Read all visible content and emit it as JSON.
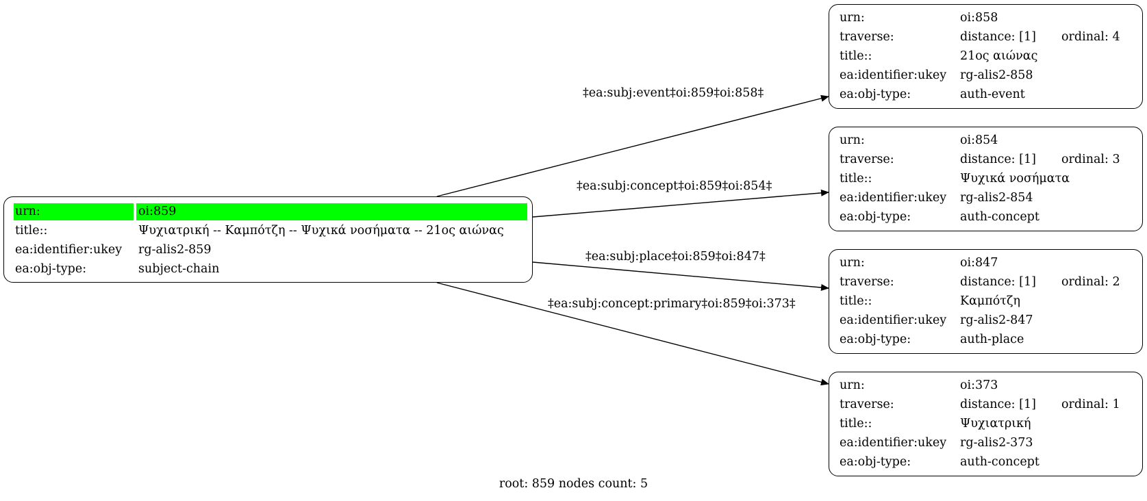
{
  "root": {
    "rows": [
      {
        "key": "urn:",
        "value": "oi:859"
      },
      {
        "key": "title::",
        "value": "Ψυχιατρική -- Καμπότζη -- Ψυχικά νοσήματα -- 21ος αιώνας"
      },
      {
        "key": "ea:identifier:ukey",
        "value": "rg-alis2-859"
      },
      {
        "key": "ea:obj-type:",
        "value": "subject-chain"
      }
    ],
    "highlight_color": "#00ff00"
  },
  "nodes": [
    {
      "urn_key": "urn:",
      "urn": "oi:858",
      "traverse_key": "traverse:",
      "distance": "distance: [1]",
      "ordinal": "ordinal: 4",
      "title_key": "title::",
      "title": "21ος αιώνας",
      "ukey_key": "ea:identifier:ukey",
      "ukey": "rg-alis2-858",
      "type_key": "ea:obj-type:",
      "type": "auth-event"
    },
    {
      "urn_key": "urn:",
      "urn": "oi:854",
      "traverse_key": "traverse:",
      "distance": "distance: [1]",
      "ordinal": "ordinal: 3",
      "title_key": "title::",
      "title": "Ψυχικά νοσήματα",
      "ukey_key": "ea:identifier:ukey",
      "ukey": "rg-alis2-854",
      "type_key": "ea:obj-type:",
      "type": "auth-concept"
    },
    {
      "urn_key": "urn:",
      "urn": "oi:847",
      "traverse_key": "traverse:",
      "distance": "distance: [1]",
      "ordinal": "ordinal: 2",
      "title_key": "title::",
      "title": "Καμπότζη",
      "ukey_key": "ea:identifier:ukey",
      "ukey": "rg-alis2-847",
      "type_key": "ea:obj-type:",
      "type": "auth-place"
    },
    {
      "urn_key": "urn:",
      "urn": "oi:373",
      "traverse_key": "traverse:",
      "distance": "distance: [1]",
      "ordinal": "ordinal: 1",
      "title_key": "title::",
      "title": "Ψυχιατρική",
      "ukey_key": "ea:identifier:ukey",
      "ukey": "rg-alis2-373",
      "type_key": "ea:obj-type:",
      "type": "auth-concept"
    }
  ],
  "edges": [
    {
      "label": "‡ea:subj:event‡oi:859‡oi:858‡"
    },
    {
      "label": "‡ea:subj:concept‡oi:859‡oi:854‡"
    },
    {
      "label": "‡ea:subj:place‡oi:859‡oi:847‡"
    },
    {
      "label": "‡ea:subj:concept:primary‡oi:859‡oi:373‡"
    }
  ],
  "footer": "root: 859 nodes count: 5"
}
